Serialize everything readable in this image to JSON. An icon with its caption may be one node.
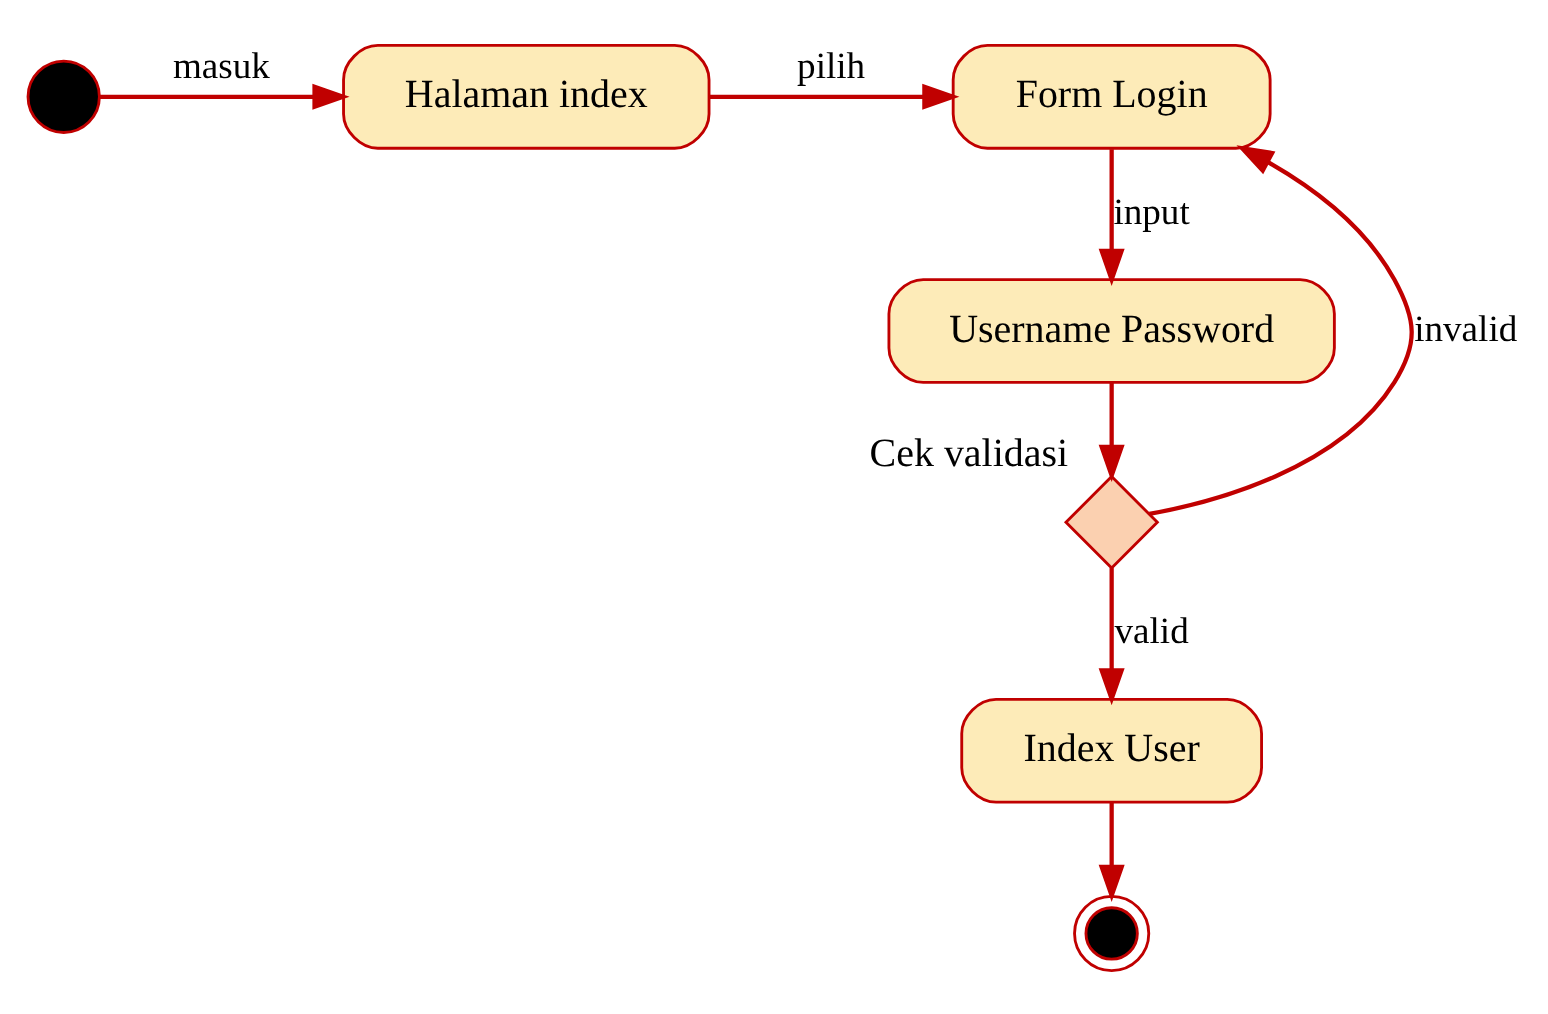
{
  "diagram": {
    "nodes": [
      {
        "text": [],
        "shape": "circle"
      },
      {
        "text": [
          "Halaman index"
        ]
      },
      {
        "text": [
          "Form Login"
        ]
      },
      {
        "text": [
          "Username Password"
        ]
      },
      {
        "text": [],
        "shape": "diamond",
        "beside": [
          "Cek validasi"
        ]
      },
      {
        "text": [
          "Index User"
        ]
      },
      {
        "text": [],
        "shape": "circle"
      }
    ],
    "edges": [
      {
        "from": 0,
        "to": 1,
        "arrow": "to",
        "label": "masuk"
      },
      {
        "from": 1,
        "to": 2,
        "arrow": "to",
        "label": "pilih"
      },
      {
        "from": 2,
        "to": 3,
        "arrow": "to",
        "label": "input"
      },
      {
        "from": 3,
        "to": 4,
        "arrow": "to"
      },
      {
        "from": 4,
        "to": 2,
        "arrow": "to",
        "label": "invalid"
      },
      {
        "from": 4,
        "to": 5,
        "arrow": "to",
        "label": "valid"
      },
      {
        "from": 5,
        "to": 6,
        "arrow": "to"
      }
    ]
  }
}
